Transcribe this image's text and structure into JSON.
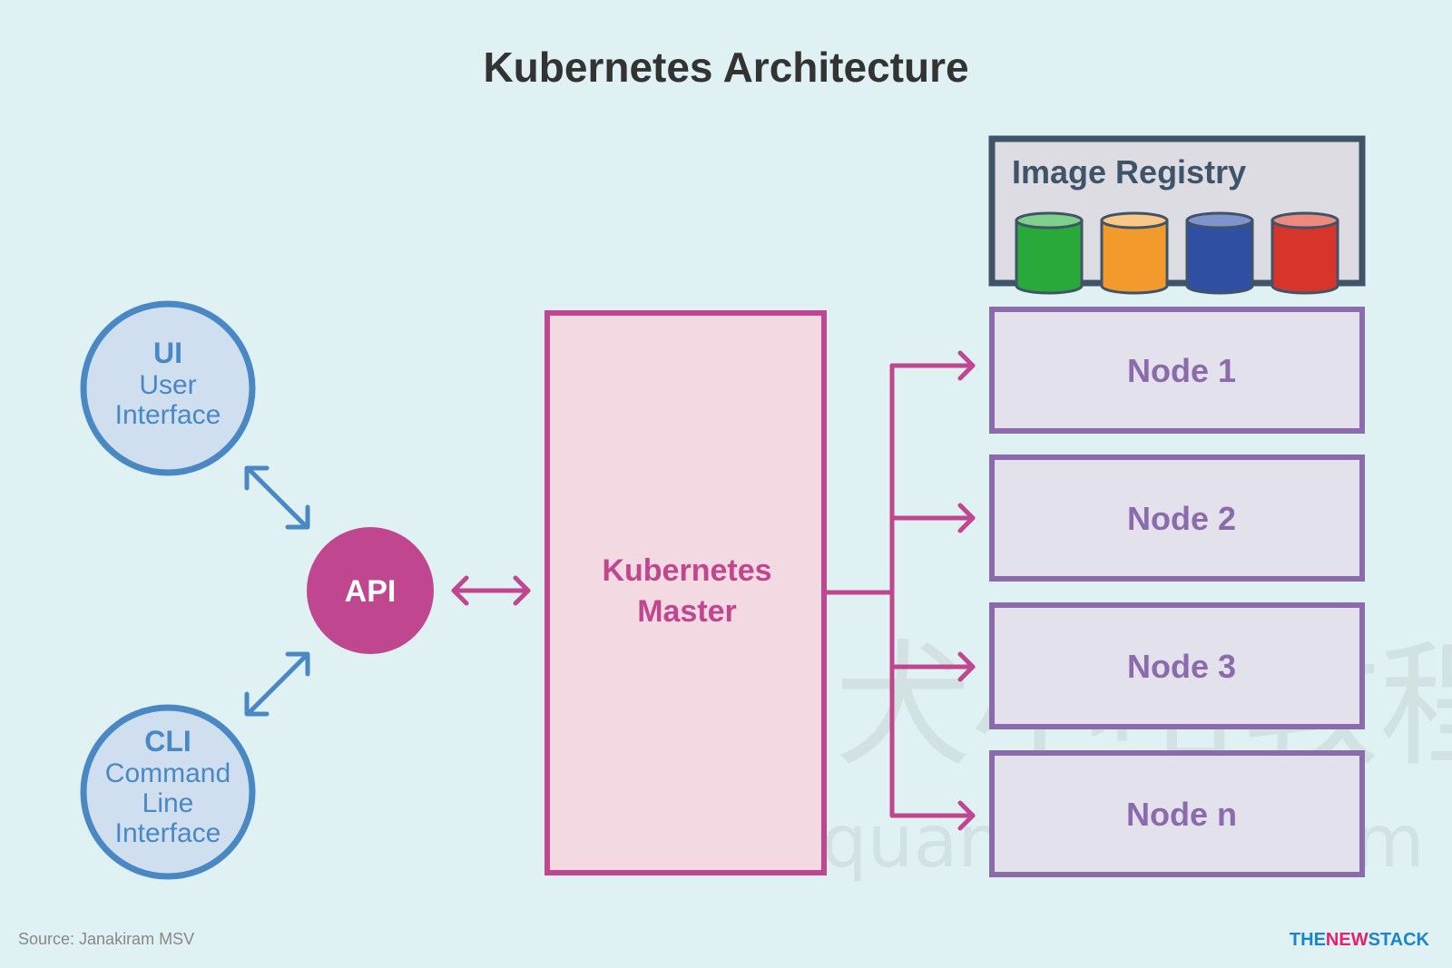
{
  "title": "Kubernetes Architecture",
  "clients": [
    {
      "short": "UI",
      "lines": [
        "User",
        "Interface"
      ]
    },
    {
      "short": "CLI",
      "lines": [
        "Command",
        "Line",
        "Interface"
      ]
    }
  ],
  "api": {
    "label": "API"
  },
  "master": {
    "lines": [
      "Kubernetes",
      "Master"
    ]
  },
  "registry": {
    "title": "Image Registry",
    "images": [
      {
        "color": "#29a93a",
        "top": "#7fd08b"
      },
      {
        "color": "#f39a2d",
        "top": "#f9c886"
      },
      {
        "color": "#2f4fa2",
        "top": "#7f93cc"
      },
      {
        "color": "#d7342c",
        "top": "#ec8a80"
      }
    ]
  },
  "nodes": [
    "Node 1",
    "Node 2",
    "Node 3",
    "Node n"
  ],
  "footer": {
    "source": "Source: Janakiram MSV",
    "logo_parts": [
      "THE",
      "NEW",
      "STACK"
    ]
  },
  "watermark": {
    "cn": "犬小哈教程",
    "url": "quanxiaoha.com"
  },
  "colors": {
    "background": "#dff1f2",
    "client": "#4a88c4",
    "client_fill": "#cfdff0",
    "api": "#c0478f",
    "master_border": "#c0478f",
    "master_fill": "#f3d9e2",
    "node_border": "#8b6bab",
    "node_fill": "#e3e1ec",
    "registry_border": "#3f5468",
    "registry_fill": "#dcdce2"
  }
}
